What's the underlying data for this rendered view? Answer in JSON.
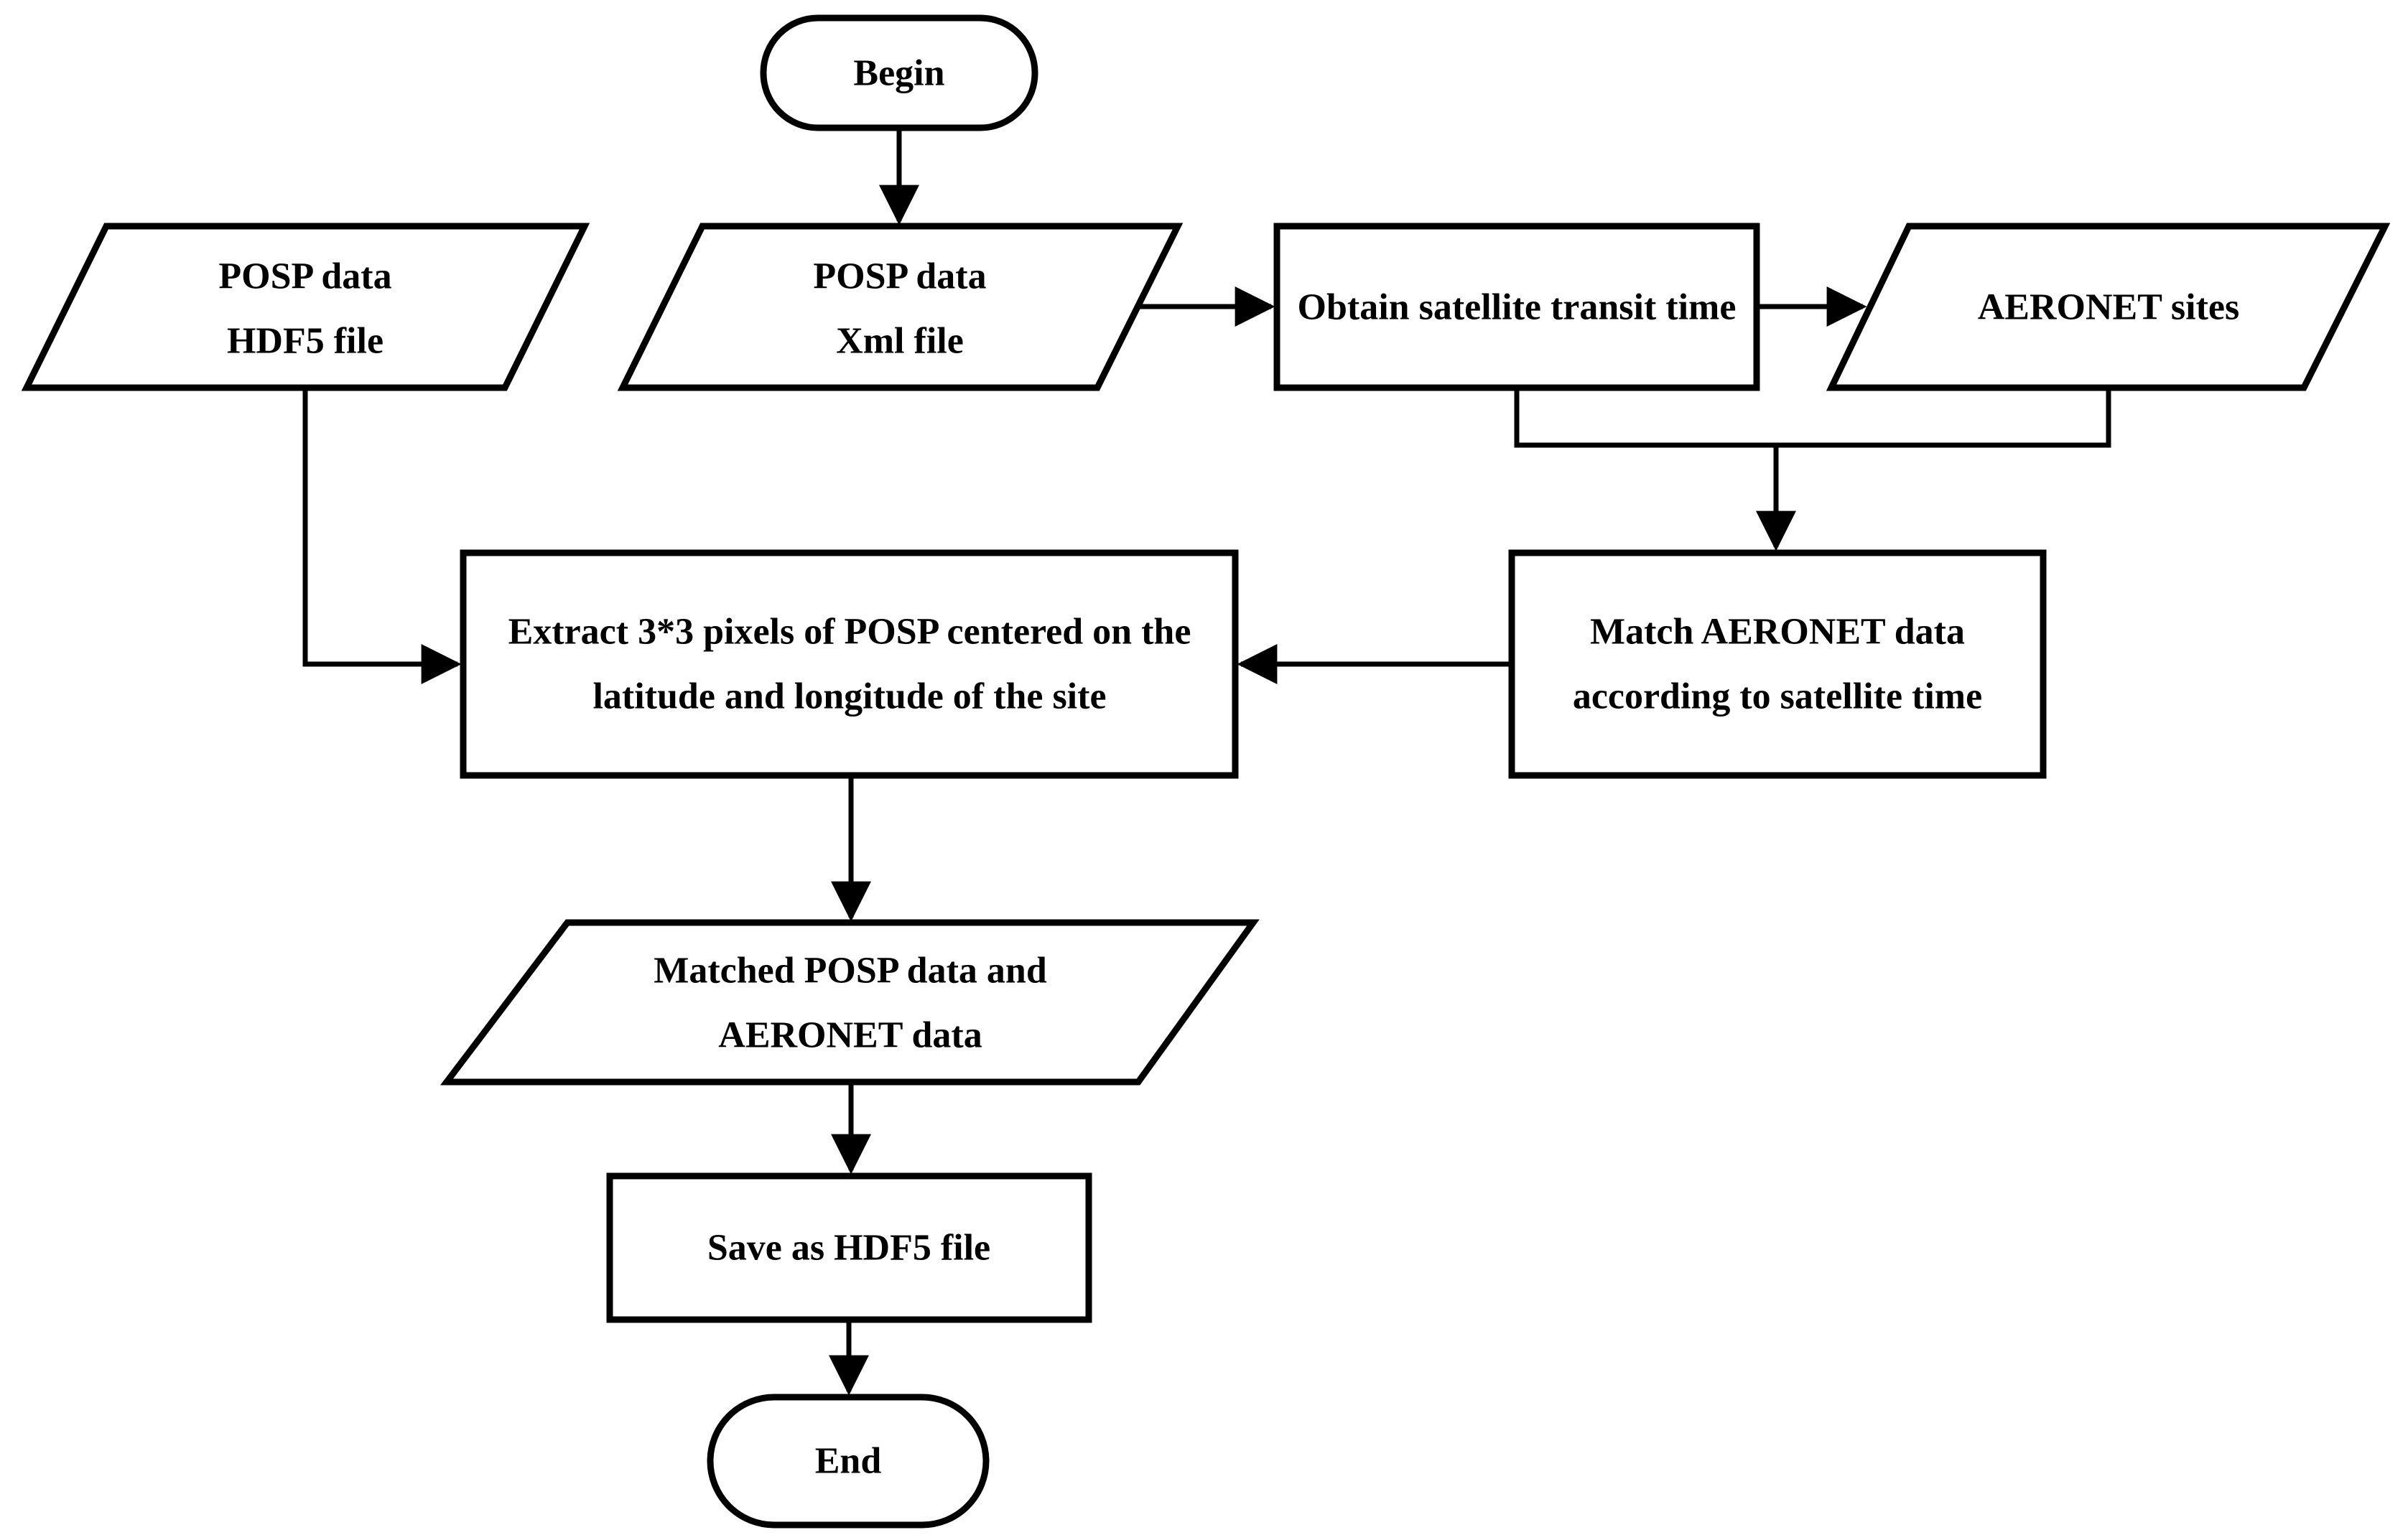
{
  "colors": {
    "background": "#ffffff",
    "shape_fill": "#ffffff",
    "shape_stroke": "#000000",
    "text": "#000000"
  },
  "nodes": {
    "begin": {
      "type": "terminator",
      "label": "Begin"
    },
    "posp_hdf5": {
      "type": "data-parallelogram",
      "line1": "POSP data",
      "line2": "HDF5 file"
    },
    "posp_xml": {
      "type": "data-parallelogram",
      "line1": "POSP data",
      "line2": "Xml file"
    },
    "obtain_transit": {
      "type": "process",
      "label": "Obtain satellite transit time"
    },
    "aeronet_sites": {
      "type": "data-parallelogram",
      "label": "AERONET sites"
    },
    "match_aeronet": {
      "type": "process",
      "line1": "Match AERONET data",
      "line2": "according to satellite time"
    },
    "extract_pixels": {
      "type": "process",
      "line1": "Extract 3*3 pixels of POSP centered on the",
      "line2": "latitude and longitude of the site"
    },
    "matched_data": {
      "type": "data-parallelogram",
      "line1": "Matched POSP data and",
      "line2": "AERONET data"
    },
    "save_hdf5": {
      "type": "process",
      "label": "Save as HDF5 file"
    },
    "end": {
      "type": "terminator",
      "label": "End"
    }
  },
  "edges": [
    {
      "from": "begin",
      "to": "posp_xml"
    },
    {
      "from": "posp_xml",
      "to": "obtain_transit"
    },
    {
      "from": "obtain_transit",
      "to": "aeronet_sites"
    },
    {
      "from": "obtain_transit",
      "to": "match_aeronet"
    },
    {
      "from": "aeronet_sites",
      "to": "match_aeronet"
    },
    {
      "from": "posp_hdf5",
      "to": "extract_pixels"
    },
    {
      "from": "match_aeronet",
      "to": "extract_pixels"
    },
    {
      "from": "extract_pixels",
      "to": "matched_data"
    },
    {
      "from": "matched_data",
      "to": "save_hdf5"
    },
    {
      "from": "save_hdf5",
      "to": "end"
    }
  ]
}
